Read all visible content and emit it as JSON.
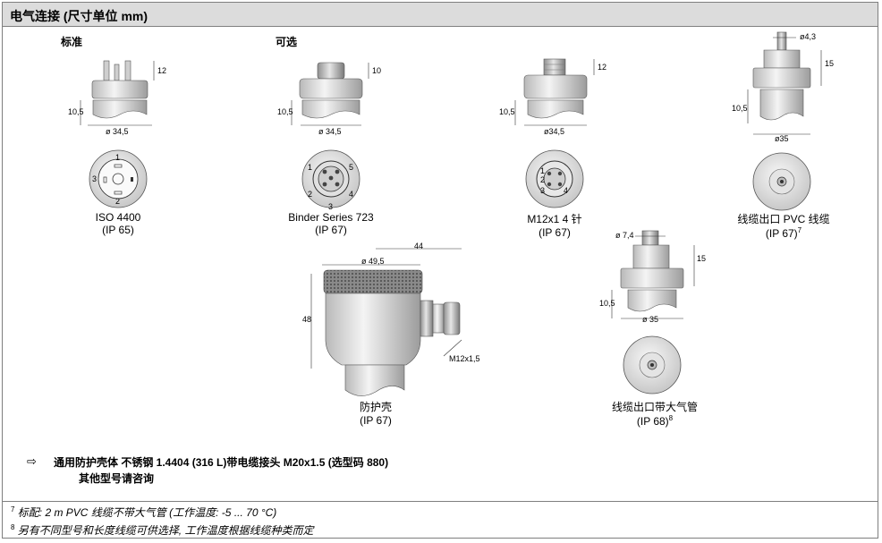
{
  "header": {
    "title": "电气连接 (尺寸单位 mm)"
  },
  "labels": {
    "standard": "标准",
    "optional": "可选"
  },
  "connectors": [
    {
      "name": "ISO 4400",
      "ip": "(IP 65)",
      "dia": "ø 34,5",
      "h1": "12",
      "h2": "10,5"
    },
    {
      "name": "Binder Series 723",
      "ip": "(IP 67)",
      "dia": "ø 34,5",
      "h1": "10",
      "h2": "10,5"
    },
    {
      "name": "M12x1 4 针",
      "ip": "(IP 67)",
      "dia": "ø34,5",
      "h1": "12",
      "h2": "10,5"
    },
    {
      "name": "线缆出口 PVC 线缆",
      "ip": "(IP 67)",
      "sup": "7",
      "dia": "ø35",
      "top_dia": "ø4,3",
      "h1": "15",
      "h2": "10,5"
    },
    {
      "name": "线缆出口带大气管",
      "ip": "(IP 68)",
      "sup": "8",
      "dia": "ø 35",
      "top_dia": "ø 7,4",
      "h1": "15",
      "h2": "10,5"
    }
  ],
  "housing": {
    "name": "防护壳",
    "ip": "(IP 67)",
    "width": "44",
    "dia": "ø 49,5",
    "height": "48",
    "thread": "M12x1,5"
  },
  "pins": {
    "iso": [
      "1",
      "2",
      "3"
    ],
    "binder": [
      "1",
      "2",
      "3",
      "4",
      "5"
    ],
    "m12": [
      "1",
      "2",
      "3",
      "4"
    ]
  },
  "notes": {
    "arrow": "⇨",
    "line1": "通用防护壳体   不锈钢 1.4404 (316 L)带电缆接头  M20x1.5 (选型码  880)",
    "line2": "其他型号请咨询"
  },
  "footnotes": [
    {
      "num": "7",
      "text": "标配: 2 m PVC  线缆不带大气管 (工作温度: -5 ... 70 °C)"
    },
    {
      "num": "8",
      "text": "另有不同型号和长度线缆可供选择, 工作温度根据线缆种类而定"
    }
  ]
}
